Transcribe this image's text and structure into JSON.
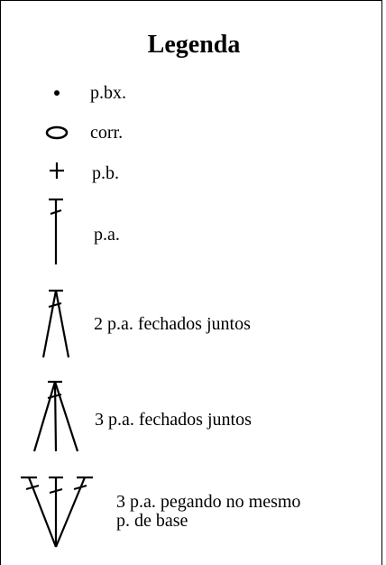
{
  "legend": {
    "title": "Legenda",
    "items": [
      {
        "symbol": "slip-stitch-dot-icon",
        "label": "p.bx."
      },
      {
        "symbol": "chain-oval-icon",
        "label": "corr."
      },
      {
        "symbol": "single-crochet-plus-icon",
        "label": "p.b."
      },
      {
        "symbol": "double-crochet-icon",
        "label": "p.a."
      },
      {
        "symbol": "dc2tog-icon",
        "label": "2 p.a. fechados juntos"
      },
      {
        "symbol": "dc3tog-icon",
        "label": "3 p.a. fechados juntos"
      },
      {
        "symbol": "dc3-same-base-icon",
        "label_line1": "3 p.a. pegando no mesmo",
        "label_line2": "p. de base"
      }
    ]
  }
}
